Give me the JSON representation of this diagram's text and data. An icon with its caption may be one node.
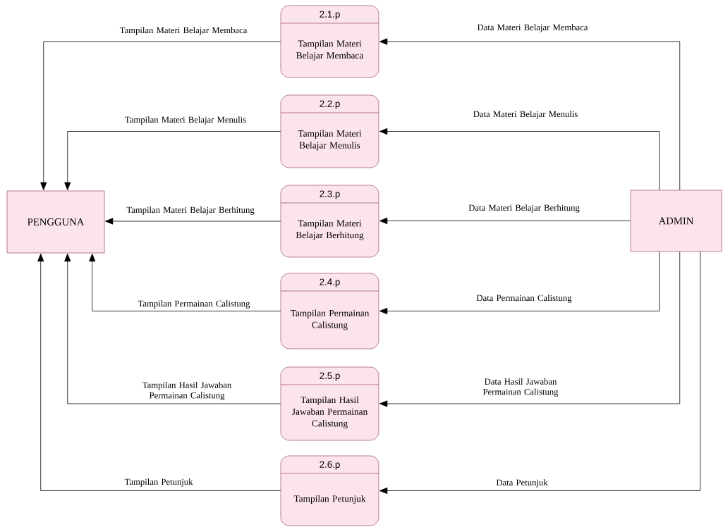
{
  "diagram": {
    "nodes": [
      {
        "text": [
          "2.1.p",
          "Tampilan Materi Belajar Membaca"
        ]
      },
      {
        "text": [
          "2.2.p",
          "Tampilan Materi Belajar Menulis"
        ]
      },
      {
        "text": [
          "2.3.p",
          "Tampilan Materi Belajar Berhitung"
        ]
      },
      {
        "text": [
          "2.4.p",
          "Tampilan Permainan Calistung"
        ]
      },
      {
        "text": [
          "2.5.p",
          "Tampilan Hasil Jawaban Permainan Calistung"
        ]
      },
      {
        "text": [
          "2.6.p",
          "Tampilan Petunjuk"
        ]
      },
      {
        "text": [
          "PENGGUNA"
        ]
      },
      {
        "text": [
          "ADMIN"
        ]
      }
    ],
    "edges": [
      {
        "from": 0,
        "to": 6,
        "arrow": "to",
        "label": "Tampilan  Materi Belajar Membaca"
      },
      {
        "from": 1,
        "to": 6,
        "arrow": "to",
        "label": "Tampilan  Materi Belajar Menulis"
      },
      {
        "from": 2,
        "to": 6,
        "arrow": "to",
        "label": "Tampilan  Materi Belajar Berhitung"
      },
      {
        "from": 3,
        "to": 6,
        "arrow": "to",
        "label": "Tampilan Permainan Calistung"
      },
      {
        "from": 4,
        "to": 6,
        "arrow": "to",
        "label": "Tampilan Hasil Jawaban Permainan Calistung"
      },
      {
        "from": 5,
        "to": 6,
        "arrow": "to",
        "label": "Tampilan Petunjuk"
      },
      {
        "from": 7,
        "to": 0,
        "arrow": "to",
        "label": "Data Materi Belajar Membaca"
      },
      {
        "from": 7,
        "to": 1,
        "arrow": "to",
        "label": "Data Materi Belajar Menulis"
      },
      {
        "from": 7,
        "to": 2,
        "arrow": "to",
        "label": "Data Materi Belajar Berhitung"
      },
      {
        "from": 7,
        "to": 3,
        "arrow": "to",
        "label": "Data Permainan Calistung"
      },
      {
        "from": 7,
        "to": 4,
        "arrow": "to",
        "label": "Data Hasil Jawaban Permainan Calistung"
      },
      {
        "from": 7,
        "to": 5,
        "arrow": "to",
        "label": "Data Petunjuk"
      }
    ]
  }
}
